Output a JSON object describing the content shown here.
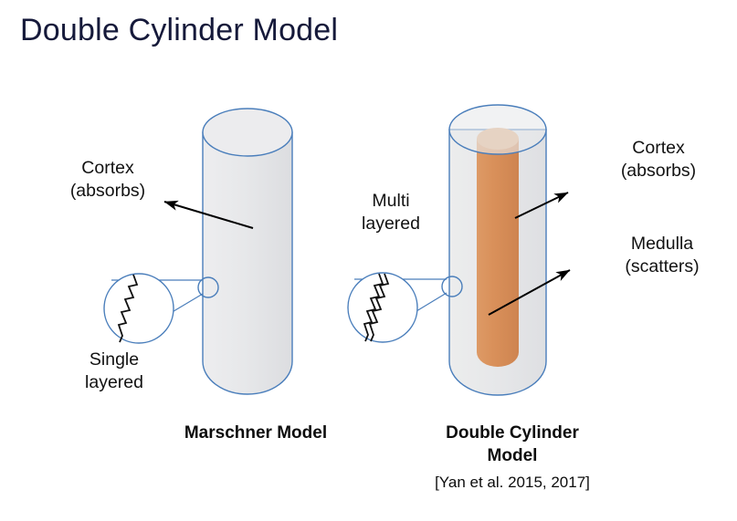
{
  "slide": {
    "title": "Double Cylinder Model",
    "background_color": "#ffffff",
    "title_color": "#15193a"
  },
  "palette": {
    "outline_blue": "#4a7ebb",
    "cylinder_gray_fill": "#e6e7e9",
    "cylinder_gray_fill_light": "#eeeff1",
    "medulla_orange": "#d9905a",
    "medulla_orange_top": "#e5b389",
    "arrow_black": "#000000",
    "text_black": "#121212"
  },
  "diagrams": {
    "left": {
      "name": "Marschner Model",
      "caption": "Marschner Model",
      "magnifier_layers": 1,
      "annotations": {
        "cortex": "Cortex\n(absorbs)",
        "layering": "Single\nlayered"
      }
    },
    "right": {
      "name": "Double Cylinder Model",
      "caption": "Double Cylinder\nModel",
      "citation": "[Yan et al. 2015, 2017]",
      "magnifier_layers": 2,
      "annotations": {
        "layering": "Multi\nlayered",
        "cortex": "Cortex\n(absorbs)",
        "medulla": "Medulla\n(scatters)"
      }
    }
  }
}
